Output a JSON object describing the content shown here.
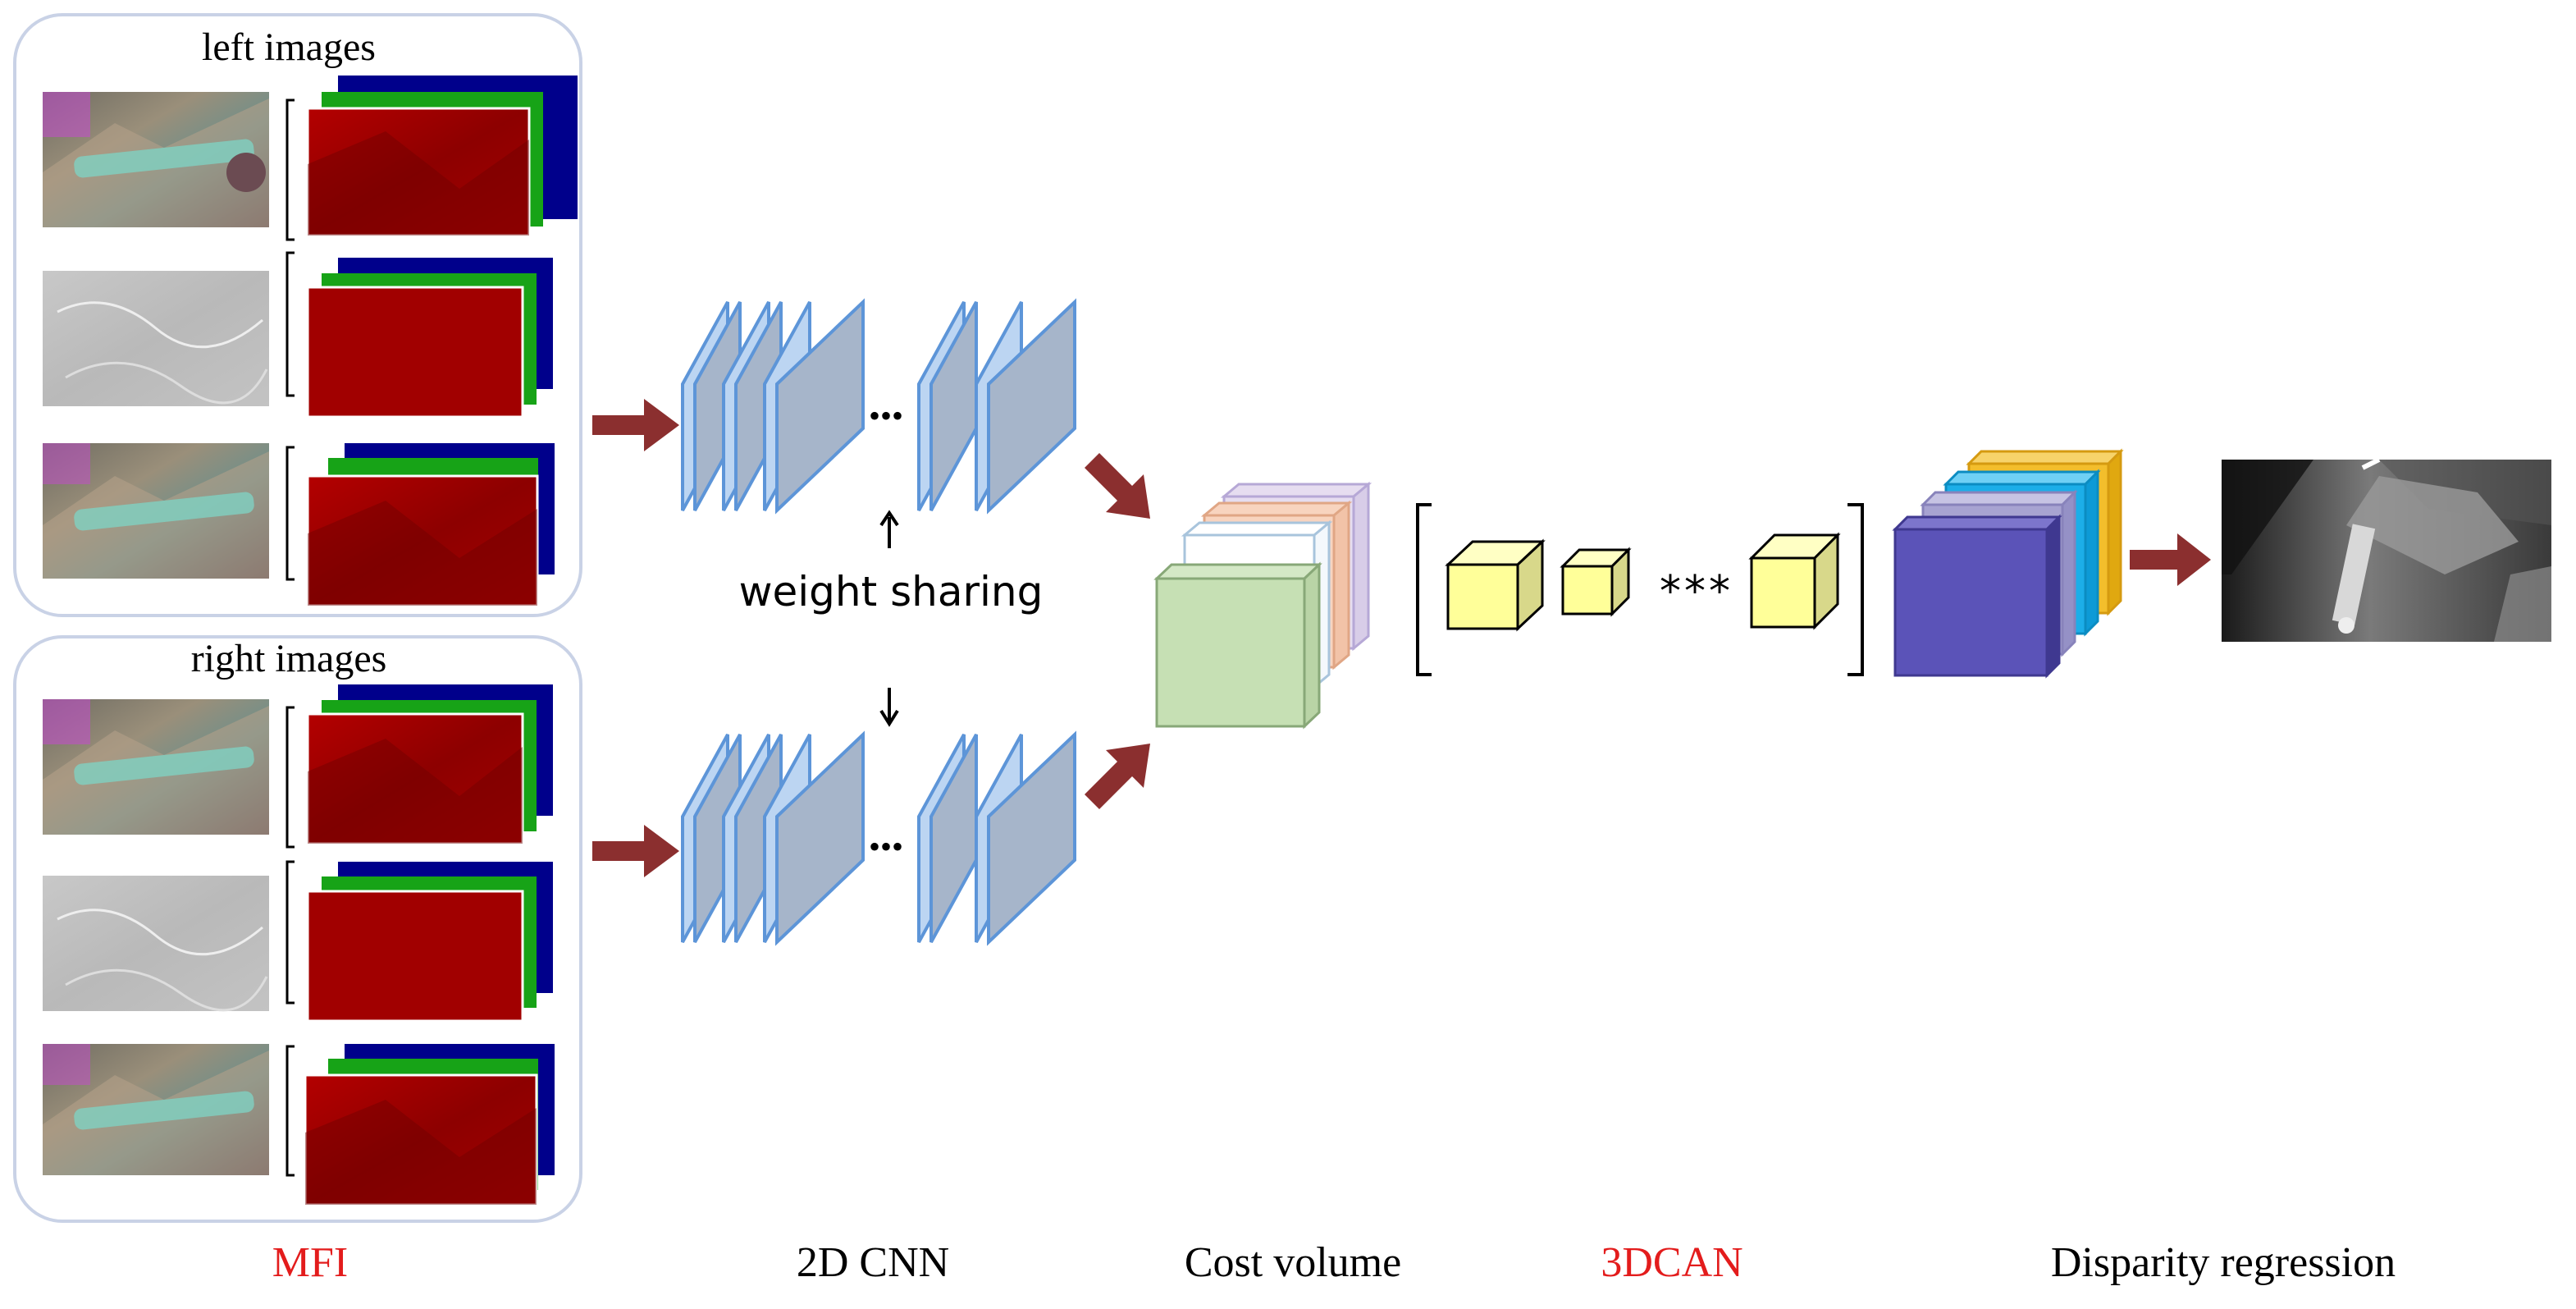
{
  "panels": {
    "left_title": "left images",
    "right_title": "right images"
  },
  "labels": {
    "weight_sharing": "weight sharing",
    "ellipsis": "•••",
    "stars": "***"
  },
  "stages": {
    "mfi": "MFI",
    "cnn2d": "2D CNN",
    "cost_volume": "Cost volume",
    "dcan": "3DCAN",
    "disparity": "Disparity regression"
  },
  "colors": {
    "arrow": "#8b2f2f",
    "stage_highlight": "#e31c1c",
    "stage_normal": "#000000",
    "panel_border": "#c9d2e6",
    "cnn_front": "#a6b5ca",
    "cnn_side": "#bcd5f2",
    "cnn_edge": "#5d95d8",
    "cost_front": "#c6e0b4",
    "cube_yellow": "#ffff99",
    "dcan_front": "#5b53b8",
    "out_orange": "#f3be2c",
    "out_blue": "#1caee8",
    "out_lavender": "#a7a3d1",
    "red_channel": "#a10000",
    "green_channel": "#17a317",
    "blue_channel": "#00008b"
  },
  "icons": {
    "arrow": "right-arrow-icon",
    "up": "up-arrow-icon",
    "down": "down-arrow-icon"
  }
}
